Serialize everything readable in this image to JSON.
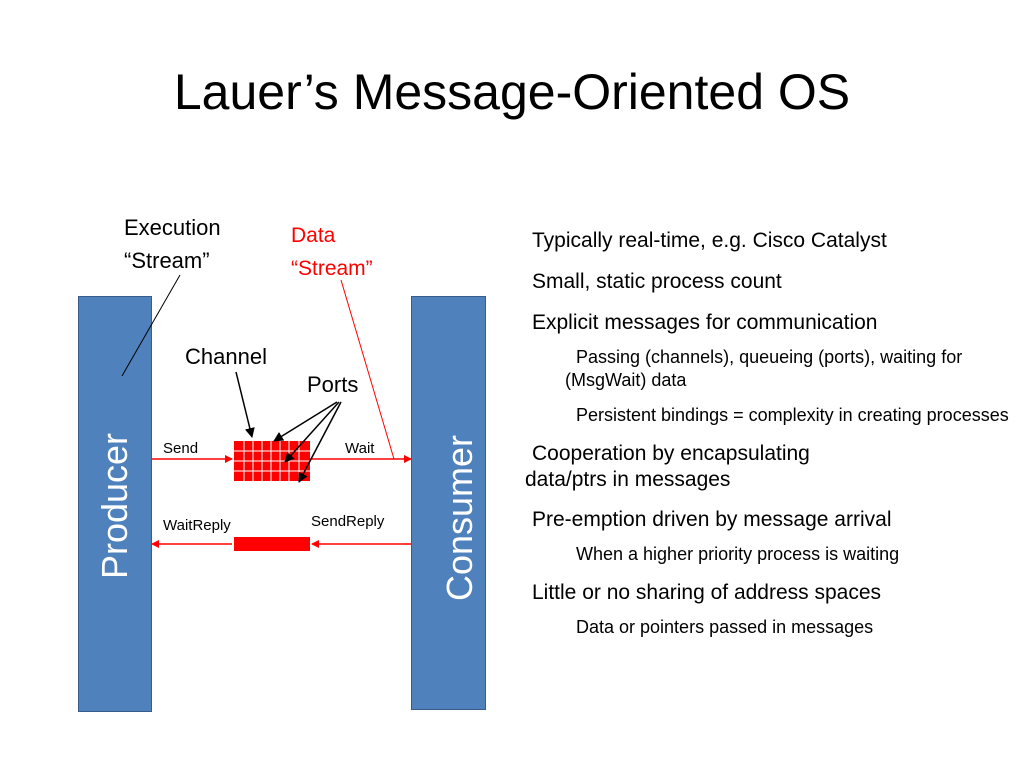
{
  "title": "Lauer’s Message-Oriented OS",
  "diagram": {
    "execution_label_line1": "Execution",
    "execution_label_line2": "“Stream”",
    "data_label_line1": "Data",
    "data_label_line2": "“Stream”",
    "channel_label": "Channel",
    "ports_label": "Ports",
    "producer_label": "Producer",
    "consumer_label": "Consumer",
    "send_label": "Send",
    "wait_label": "Wait",
    "waitreply_label": "WaitReply",
    "sendreply_label": "SendReply",
    "colors": {
      "pillar": "#4f81bd",
      "pillar_border": "#385d8a",
      "data_stream": "#ff0000",
      "channel_fill": "#ff0000"
    }
  },
  "bullets": [
    {
      "level": 1,
      "text": "Typically real-time, e.g. Cisco Catalyst"
    },
    {
      "level": 1,
      "text": "Small, static process count"
    },
    {
      "level": 1,
      "text": "Explicit messages for communication"
    },
    {
      "level": 2,
      "text": "Passing (channels), queueing (ports), waiting for (MsgWait) data"
    },
    {
      "level": 2,
      "text": "Persistent bindings = complexity in creating processes"
    },
    {
      "level": 1,
      "text": "Cooperation by encapsulating data/ptrs in messages"
    },
    {
      "level": 1,
      "text": "Pre-emption driven by message arrival"
    },
    {
      "level": 2,
      "text": "When a higher priority process is waiting"
    },
    {
      "level": 1,
      "text": "Little or no sharing of address spaces"
    },
    {
      "level": 2,
      "text": "Data or pointers passed in messages"
    }
  ]
}
